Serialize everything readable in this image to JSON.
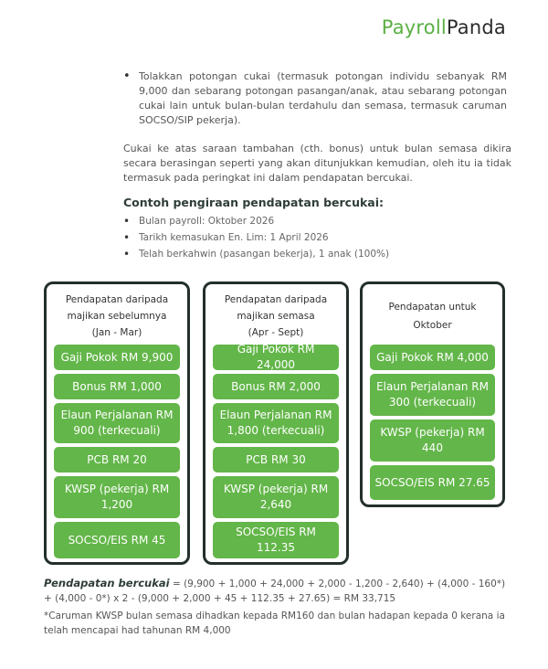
{
  "header": {
    "logo_part1": "Payroll",
    "logo_part2": "Panda"
  },
  "bullet_top": "Tolakkan potongan cukai (termasuk potongan individu sebanyak RM 9,000 dan sebarang potongan pasangan/anak, atau sebarang potongan cukai lain untuk bulan-bulan terdahulu dan semasa, termasuk caruman SOCSO/SIP pekerja).",
  "paragraph": "Cukai ke atas saraan tambahan (cth. bonus) untuk bulan semasa dikira secara berasingan seperti yang akan ditunjukkan kemudian, oleh itu ia tidak termasuk pada peringkat ini dalam pendapatan bercukai.",
  "example": {
    "title": "Contoh pengiraan pendapatan bercukai:",
    "items": [
      "Bulan payroll: Oktober 2026",
      "Tarikh kemasukan En. Lim: 1 April 2026",
      "Telah berkahwin (pasangan bekerja), 1 anak (100%)"
    ]
  },
  "columns": [
    {
      "heading": [
        "Pendapatan daripada",
        "majikan sebelumnya",
        "(Jan - Mar)"
      ],
      "boxes": [
        "Gaji Pokok RM 9,900",
        "Bonus RM 1,000",
        "Elaun Perjalanan RM 900 (terkecuali)",
        "PCB RM 20",
        "KWSP (pekerja) RM 1,200",
        "SOCSO/EIS RM 45"
      ]
    },
    {
      "heading": [
        "Pendapatan daripada",
        "majikan semasa",
        "(Apr - Sept)"
      ],
      "boxes": [
        "Gaji Pokok RM 24,000",
        "Bonus RM 2,000",
        "Elaun Perjalanan RM 1,800 (terkecuali)",
        "PCB RM 30",
        "KWSP (pekerja) RM 2,640",
        "SOCSO/EIS RM 112.35"
      ]
    },
    {
      "heading": [
        "Pendapatan untuk",
        "Oktober"
      ],
      "boxes": [
        "Gaji Pokok RM 4,000",
        "Elaun Perjalanan RM 300 (terkecuali)",
        "KWSP (pekerja) RM 440",
        "SOCSO/EIS RM 27.65"
      ]
    }
  ],
  "formula": {
    "label": "Pendapatan bercukai",
    "text": " = (9,900 + 1,000 + 24,000 + 2,000 - 1,200 - 2,640) + (4,000 - 160*) + (4,000 - 0*) x 2 - (9,000 + 2,000 + 45 + 112.35 + 27.65) = RM 33,715"
  },
  "footnote": "*Caruman KWSP bulan semasa dihadkan kepada RM160 dan bulan hadapan kepada 0 kerana ia telah mencapai had tahunan RM 4,000",
  "colors": {
    "green": "#63b649",
    "dark_border": "#232f2b",
    "logo_green": "#5ab043"
  }
}
